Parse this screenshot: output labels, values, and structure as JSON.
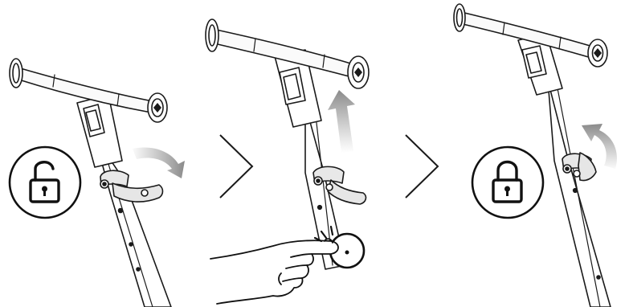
{
  "figure": {
    "steps": [
      {
        "step": 1,
        "lock_state": "unlocked",
        "icon": "unlocked-padlock-icon",
        "motion": "rotate-clamp-down",
        "arrow_icon": "curved-arrow-down-icon"
      },
      {
        "step": 2,
        "lock_state": "adjusting",
        "icon": "finger-press-icon",
        "motion": "pull-handlebar-up",
        "arrow_icon": "arrow-up-icon"
      },
      {
        "step": 3,
        "lock_state": "locked",
        "icon": "locked-padlock-icon",
        "motion": "rotate-clamp-up",
        "arrow_icon": "curved-arrow-up-icon"
      }
    ],
    "separators": [
      "chevron-right-icon",
      "chevron-right-icon"
    ],
    "colors": {
      "line": "#1a1a1a",
      "gray": "#9a9a9a",
      "light": "#f4f4f4",
      "arrow_fill": "#8e8e8e"
    }
  }
}
